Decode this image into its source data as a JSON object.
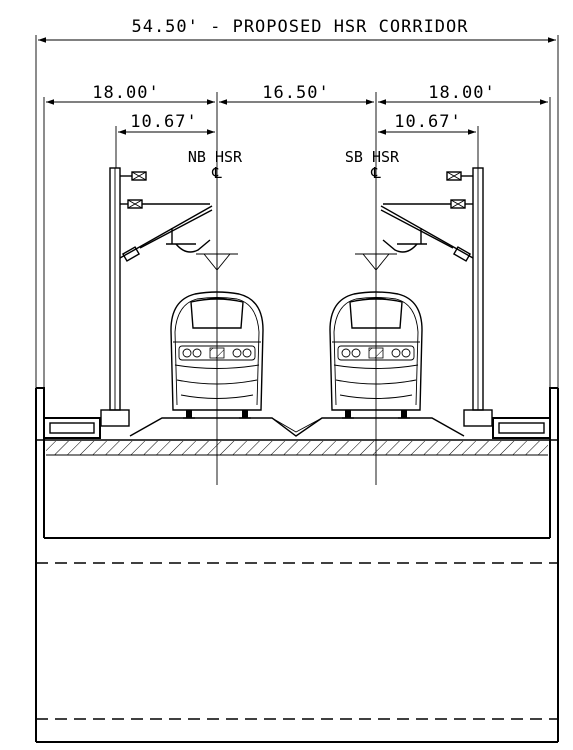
{
  "dimensions": {
    "overall": "54.50' - PROPOSED HSR CORRIDOR",
    "left_offset": "18.00'",
    "track_spacing": "16.50'",
    "right_offset": "18.00'",
    "left_pole_offset": "10.67'",
    "right_pole_offset": "10.67'"
  },
  "centerlines": {
    "nb_label": "NB HSR",
    "sb_label": "SB HSR",
    "cl_symbol": "℄"
  }
}
